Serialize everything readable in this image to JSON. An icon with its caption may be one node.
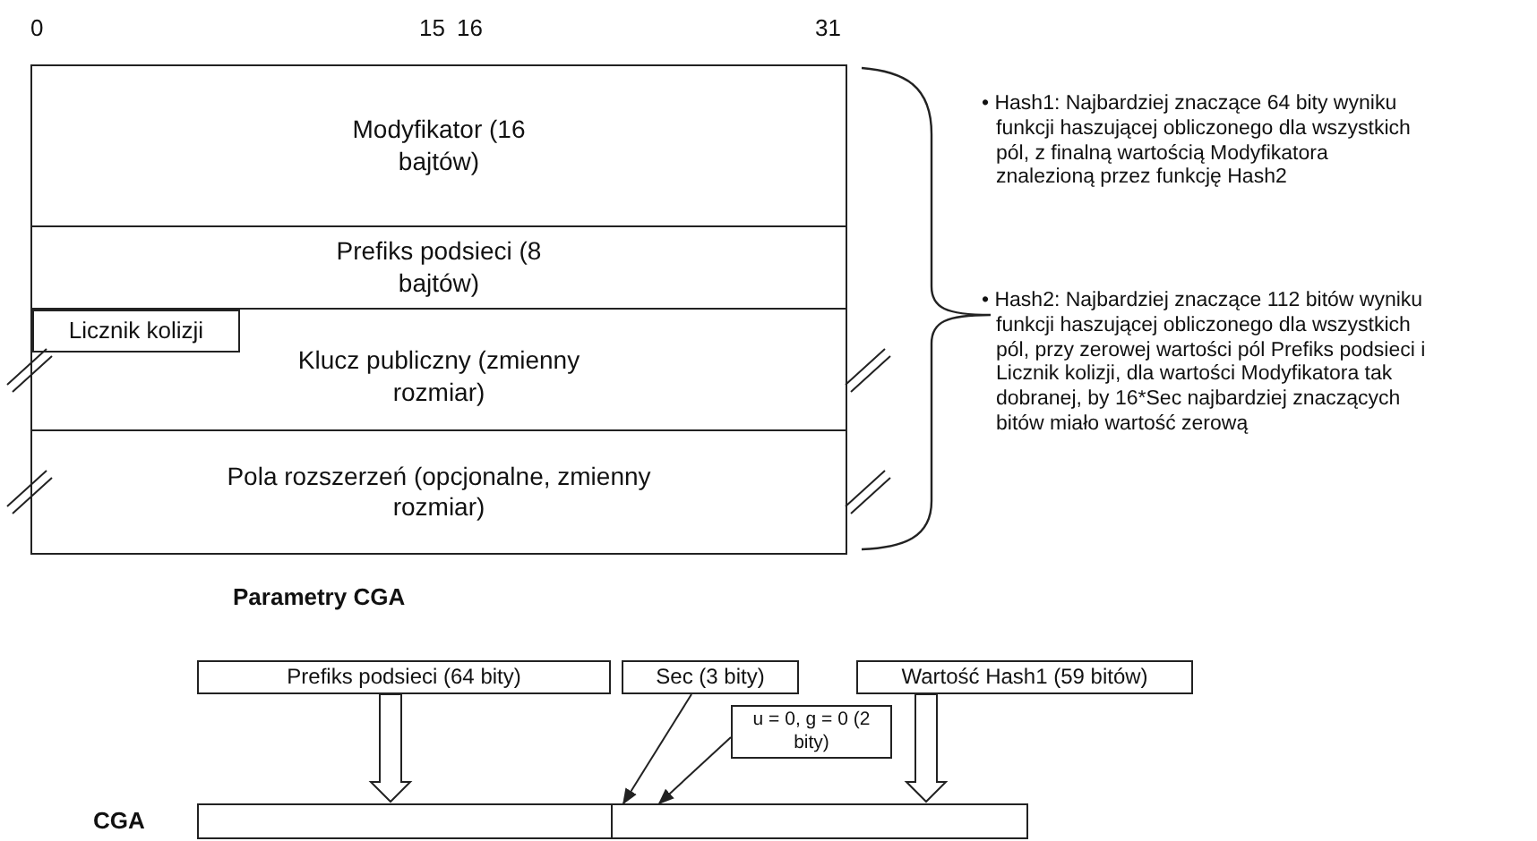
{
  "diagram": {
    "nodes": [
      {
        "text": [
          "Modyfikator (16 bajtów)"
        ]
      },
      {
        "text": [
          "Prefiks podsieci (8 bajtów)"
        ]
      },
      {
        "text": [
          "Klucz publiczny (zmienny rozmiar)"
        ]
      },
      {
        "text": [
          "Licznik kolizji"
        ],
        "in": 2
      },
      {
        "text": [
          "Pola rozszerzeń (opcjonalne, zmienny rozmiar)"
        ]
      },
      {
        "text": [
          "Prefiks podsieci (64 bity)"
        ]
      },
      {
        "text": [
          "Sec (3 bity)"
        ]
      },
      {
        "text": [
          "Wartość Hash1 (59 bitów)"
        ]
      },
      {
        "text": [
          "u = 0, g = 0 (2 bity)"
        ]
      },
      {
        "text": [],
        "shape": "box"
      },
      {
        "text": [],
        "shape": "box"
      }
    ],
    "edges": [
      {
        "from": 5,
        "to": 9,
        "arrow": "to",
        "style": "thick"
      },
      {
        "from": 6,
        "to": 10,
        "arrow": "to"
      },
      {
        "from": 8,
        "to": 10,
        "arrow": "to"
      },
      {
        "from": 7,
        "to": 10,
        "arrow": "to",
        "style": "thick"
      }
    ],
    "labels": [
      "0",
      "15",
      "16",
      "31",
      "• Hash1: Najbardziej znaczące 64 bity wyniku funkcji haszującej obliczonego dla wszystkich pól, z finalną wartością Modyfikatora znalezioną przez funkcję Hash2",
      "• Hash2: Najbardziej znaczące 112 bitów wyniku funkcji haszującej obliczonego dla wszystkich pól, przy zerowej wartości pól Prefiks podsieci i Licznik kolizji, dla wartości Modyfikatora tak dobranej, by 16*Sec najbardziej znaczących bitów miało wartość zerową",
      "Parametry CGA",
      "CGA"
    ]
  }
}
